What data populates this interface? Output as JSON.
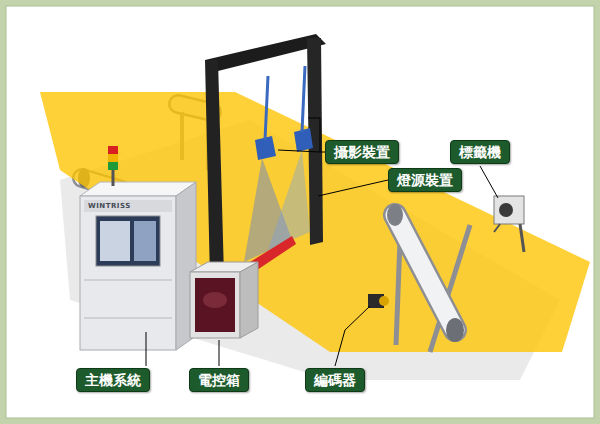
{
  "diagram": {
    "nodes": [
      {
        "text": [
          "攝影裝置"
        ]
      },
      {
        "text": [
          "標籤機"
        ]
      },
      {
        "text": [
          "燈源裝置"
        ]
      },
      {
        "text": [
          "主機系統"
        ]
      },
      {
        "text": [
          "電控箱"
        ]
      },
      {
        "text": [
          "編碼器"
        ]
      }
    ],
    "labels": [
      "WINTRISS"
    ]
  }
}
